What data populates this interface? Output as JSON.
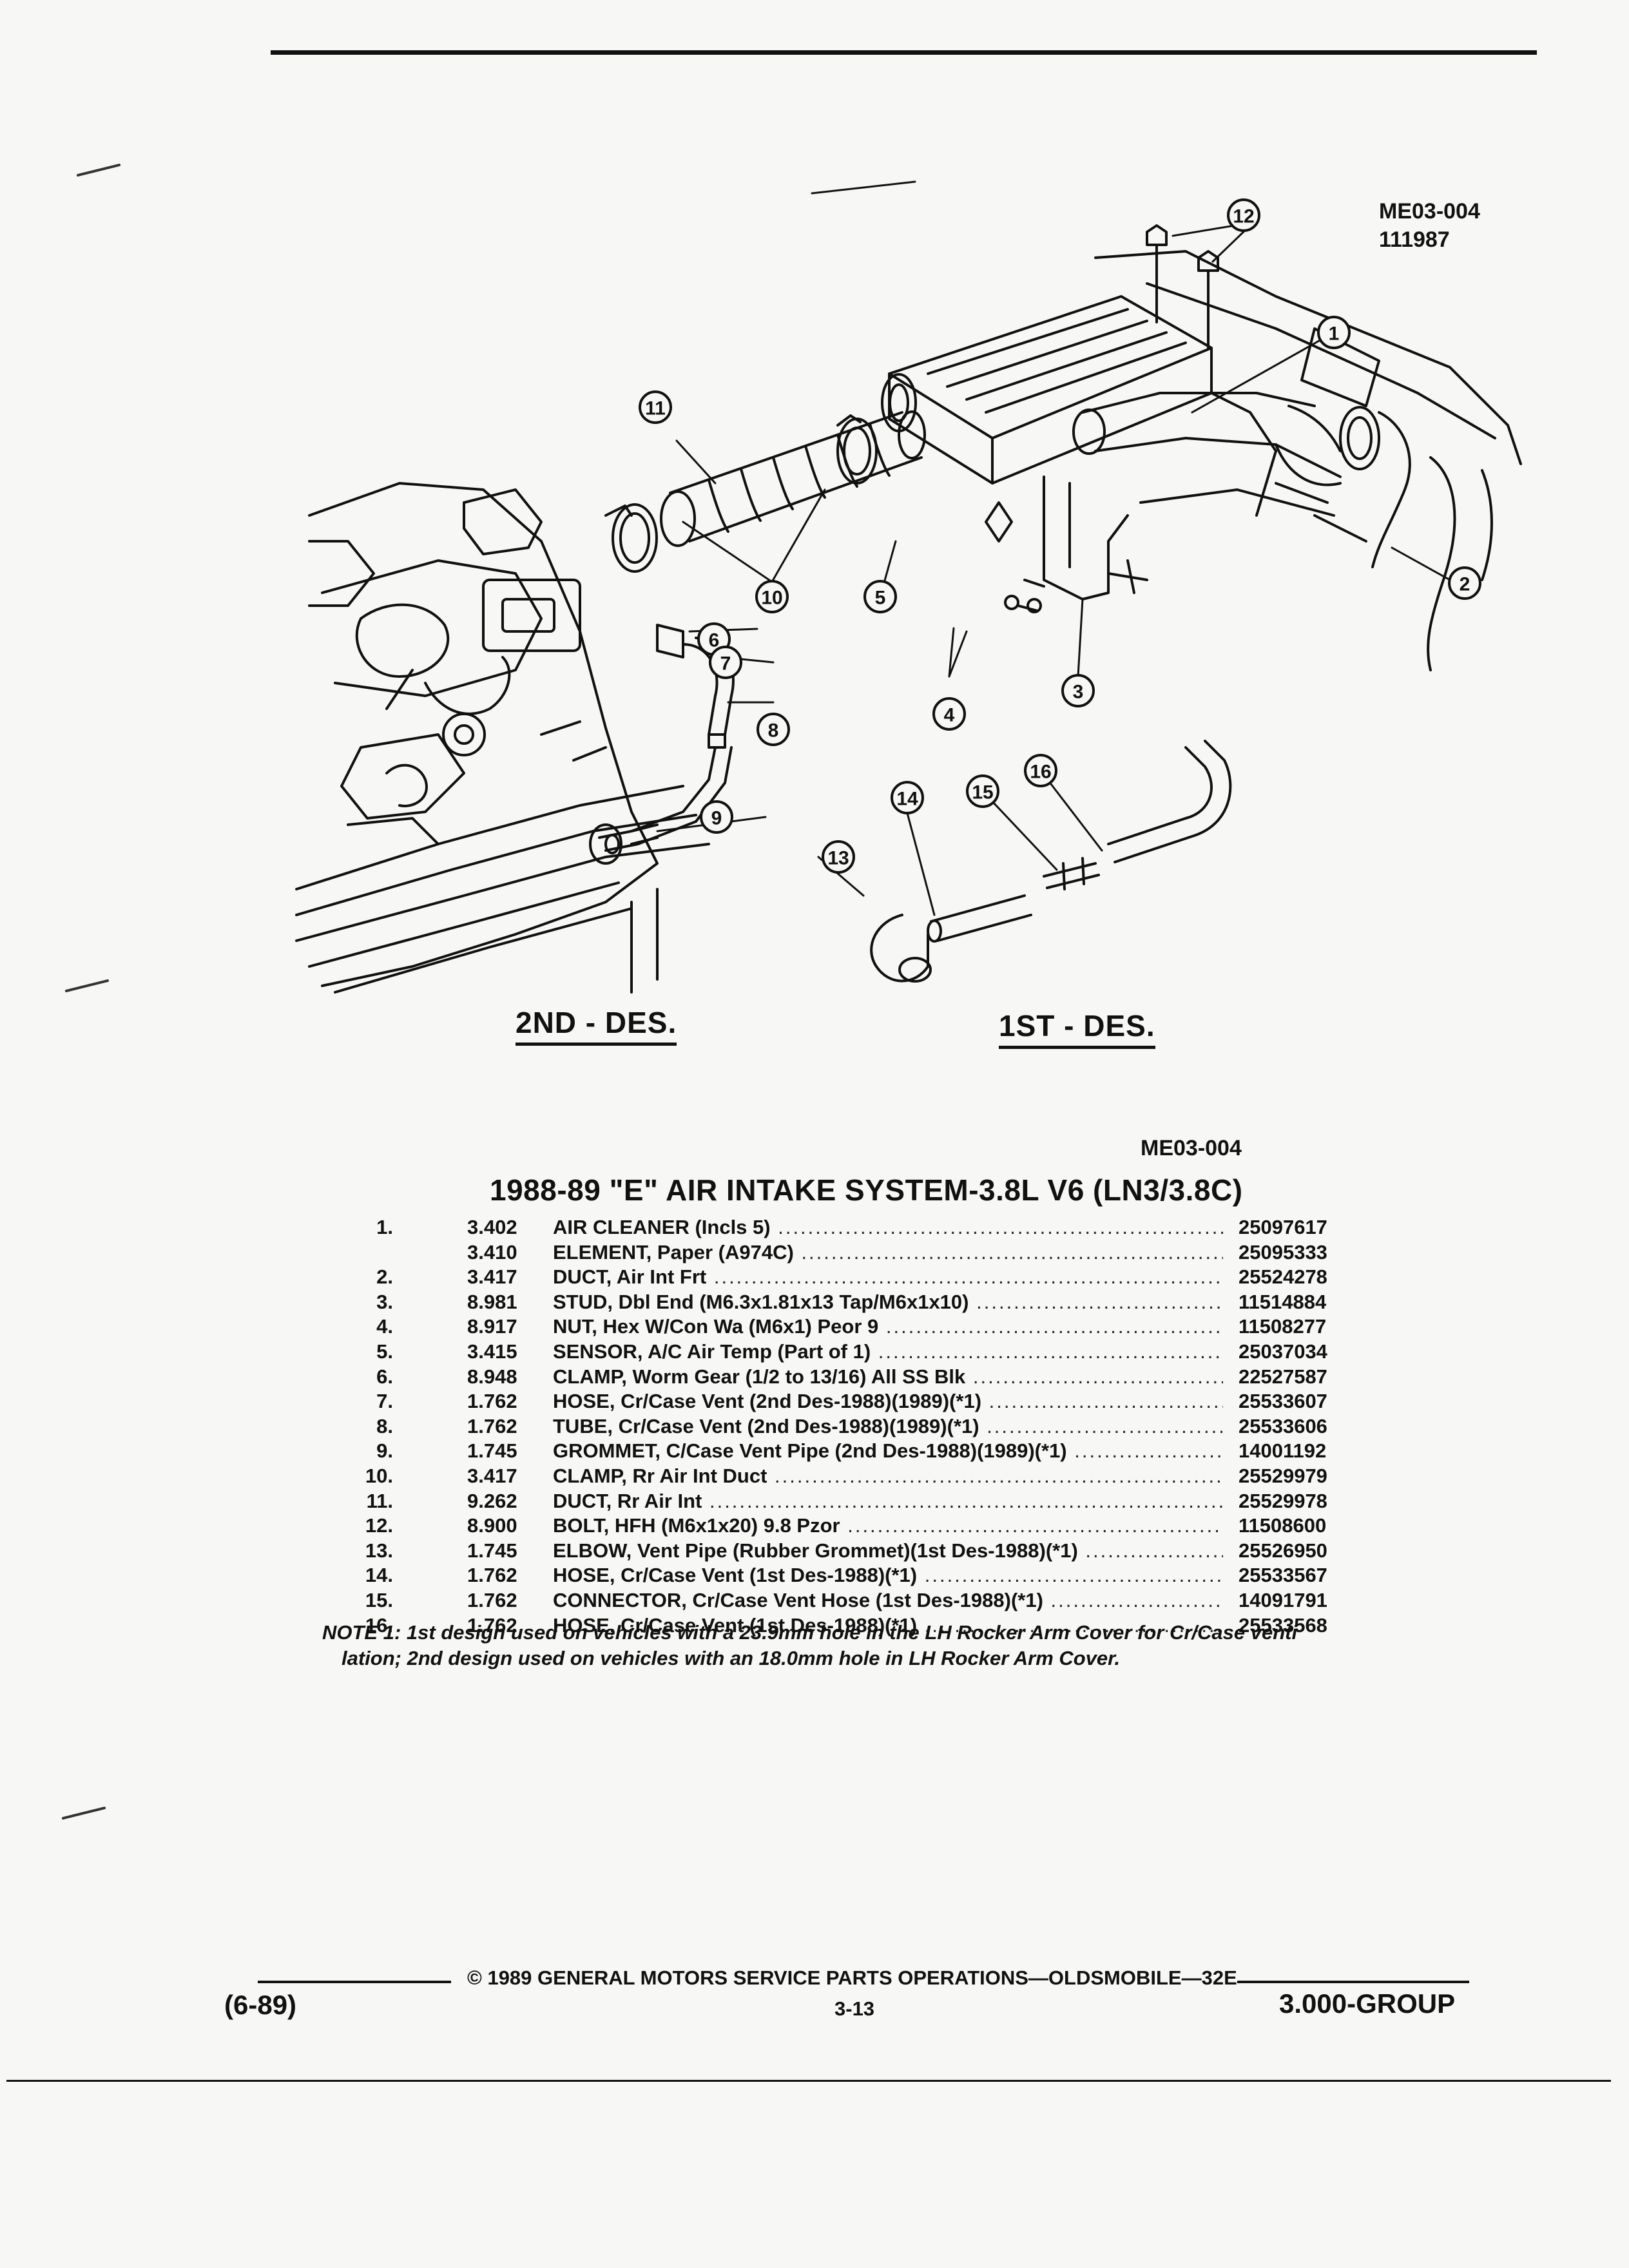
{
  "figure": {
    "code": "ME03-004",
    "number": "111987",
    "labels": {
      "second_design": "2ND - DES.",
      "first_design": "1ST - DES."
    },
    "callouts": [
      "1",
      "2",
      "3",
      "4",
      "5",
      "6",
      "7",
      "8",
      "9",
      "10",
      "11",
      "12",
      "13",
      "14",
      "15",
      "16"
    ]
  },
  "section": {
    "code": "ME03-004",
    "title": "1988-89 \"E\" AIR INTAKE SYSTEM-3.8L V6 (LN3/3.8C)"
  },
  "parts": [
    {
      "num": "1.",
      "group": "3.402",
      "desc": "AIR CLEANER (Incls 5)",
      "pn": "25097617"
    },
    {
      "num": "",
      "group": "3.410",
      "desc": "ELEMENT, Paper (A974C)",
      "pn": "25095333"
    },
    {
      "num": "2.",
      "group": "3.417",
      "desc": "DUCT, Air Int Frt",
      "pn": "25524278"
    },
    {
      "num": "3.",
      "group": "8.981",
      "desc": "STUD, Dbl End (M6.3x1.81x13 Tap/M6x1x10)",
      "pn": "11514884"
    },
    {
      "num": "4.",
      "group": "8.917",
      "desc": "NUT, Hex W/Con Wa (M6x1) Peor 9",
      "pn": "11508277"
    },
    {
      "num": "5.",
      "group": "3.415",
      "desc": "SENSOR, A/C Air Temp (Part of 1)",
      "pn": "25037034"
    },
    {
      "num": "6.",
      "group": "8.948",
      "desc": "CLAMP, Worm Gear (1/2 to 13/16) All SS Blk",
      "pn": "22527587"
    },
    {
      "num": "7.",
      "group": "1.762",
      "desc": "HOSE, Cr/Case Vent (2nd Des-1988)(1989)(*1)",
      "pn": "25533607"
    },
    {
      "num": "8.",
      "group": "1.762",
      "desc": "TUBE, Cr/Case Vent (2nd Des-1988)(1989)(*1)",
      "pn": "25533606"
    },
    {
      "num": "9.",
      "group": "1.745",
      "desc": "GROMMET, C/Case Vent Pipe (2nd Des-1988)(1989)(*1)",
      "pn": "14001192"
    },
    {
      "num": "10.",
      "group": "3.417",
      "desc": "CLAMP, Rr Air Int Duct",
      "pn": "25529979"
    },
    {
      "num": "11.",
      "group": "9.262",
      "desc": "DUCT, Rr Air Int",
      "pn": "25529978"
    },
    {
      "num": "12.",
      "group": "8.900",
      "desc": "BOLT, HFH (M6x1x20) 9.8 Pzor",
      "pn": "11508600"
    },
    {
      "num": "13.",
      "group": "1.745",
      "desc": "ELBOW, Vent Pipe (Rubber Grommet)(1st Des-1988)(*1)",
      "pn": "25526950"
    },
    {
      "num": "14.",
      "group": "1.762",
      "desc": "HOSE, Cr/Case Vent (1st Des-1988)(*1)",
      "pn": "25533567"
    },
    {
      "num": "15.",
      "group": "1.762",
      "desc": "CONNECTOR, Cr/Case Vent Hose (1st Des-1988)(*1)",
      "pn": "14091791"
    },
    {
      "num": "16.",
      "group": "1.762",
      "desc": "HOSE, Cr/Case Vent (1st Des-1988)(*1)",
      "pn": "25533568"
    }
  ],
  "note": {
    "line1": "NOTE 1: 1st design used on vehicles with a 23.9mm hole in the LH Rocker Arm Cover for Cr/Case venti",
    "line2": "lation; 2nd design used on vehicles with an 18.0mm hole in LH Rocker Arm Cover."
  },
  "footer": {
    "date": "(6-89)",
    "copyright": "© 1989 GENERAL MOTORS SERVICE PARTS OPERATIONS—OLDSMOBILE—32E",
    "page": "3-13",
    "group": "3.000-GROUP"
  }
}
